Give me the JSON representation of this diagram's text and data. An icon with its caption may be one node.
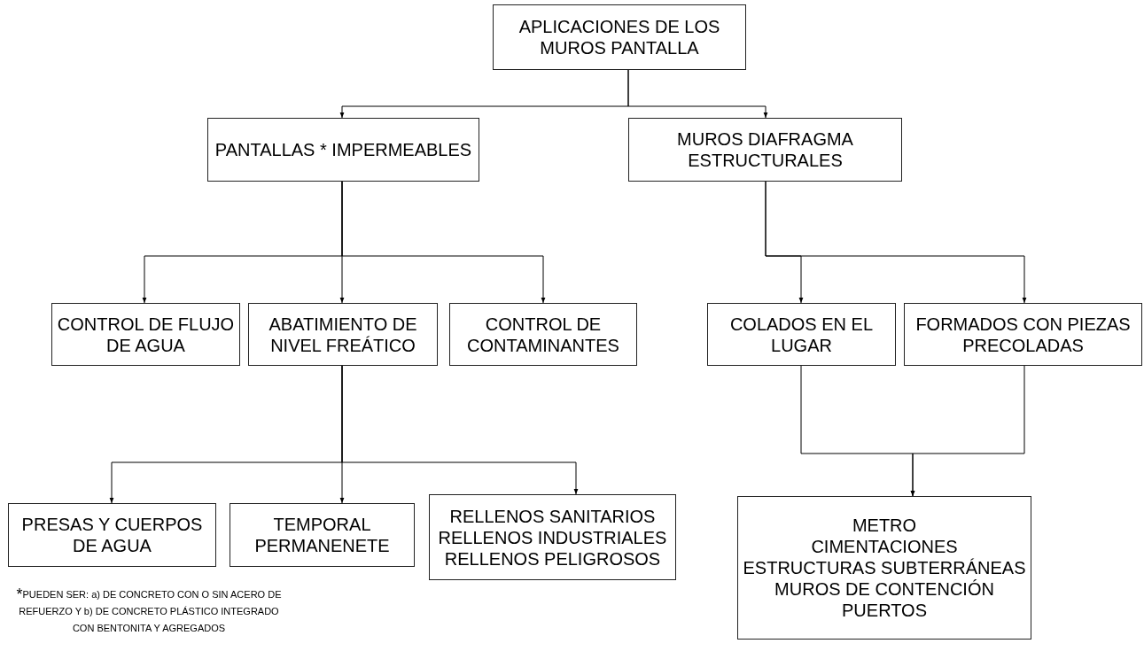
{
  "diagram": {
    "nodes": [
      {
        "text": [
          "APLICACIONES DE LOS MUROS PANTALLA"
        ]
      },
      {
        "text": [
          "PANTALLAS * IMPERMEABLES"
        ]
      },
      {
        "text": [
          "MUROS DIAFRAGMA ESTRUCTURALES"
        ]
      },
      {
        "text": [
          "CONTROL DE FLUJO DE AGUA"
        ]
      },
      {
        "text": [
          "ABATIMIENTO DE NIVEL FREÁTICO"
        ]
      },
      {
        "text": [
          "CONTROL DE CONTAMINANTES"
        ]
      },
      {
        "text": [
          "COLADOS EN EL LUGAR"
        ]
      },
      {
        "text": [
          "FORMADOS CON PIEZAS PRECOLADAS"
        ]
      },
      {
        "text": [
          "PRESAS Y CUERPOS DE AGUA"
        ]
      },
      {
        "text": [
          "TEMPORAL PERMANENETE"
        ]
      },
      {
        "text": [
          "RELLENOS SANITARIOS",
          "RELLENOS INDUSTRIALES",
          "RELLENOS PELIGROSOS"
        ]
      },
      {
        "text": [
          "METRO",
          "CIMENTACIONES",
          "ESTRUCTURAS SUBTERRÁNEAS",
          "MUROS DE CONTENCIÓN",
          "PUERTOS"
        ]
      }
    ],
    "edges": [
      {
        "from": 0,
        "to": 1,
        "arrow": "to"
      },
      {
        "from": 0,
        "to": 2,
        "arrow": "to"
      },
      {
        "from": 1,
        "to": 3,
        "arrow": "to"
      },
      {
        "from": 1,
        "to": 4,
        "arrow": "to"
      },
      {
        "from": 1,
        "to": 5,
        "arrow": "to"
      },
      {
        "from": 2,
        "to": 6,
        "arrow": "to"
      },
      {
        "from": 2,
        "to": 7,
        "arrow": "to"
      },
      {
        "from": 4,
        "to": 8,
        "arrow": "to"
      },
      {
        "from": 4,
        "to": 9,
        "arrow": "to"
      },
      {
        "from": 4,
        "to": 10,
        "arrow": "to"
      },
      {
        "from": 6,
        "to": 11,
        "arrow": "to"
      },
      {
        "from": 7,
        "to": 11,
        "arrow": "to"
      }
    ],
    "labels": [
      "$^{*}$PUEDEN SER: a) DE CONCRETO CON O SIN ACERO DE REFUERZO Y b) DE CONCRETO PLÁSTICO INTEGRADO CON BENTONITA Y AGREGADOS"
    ]
  }
}
